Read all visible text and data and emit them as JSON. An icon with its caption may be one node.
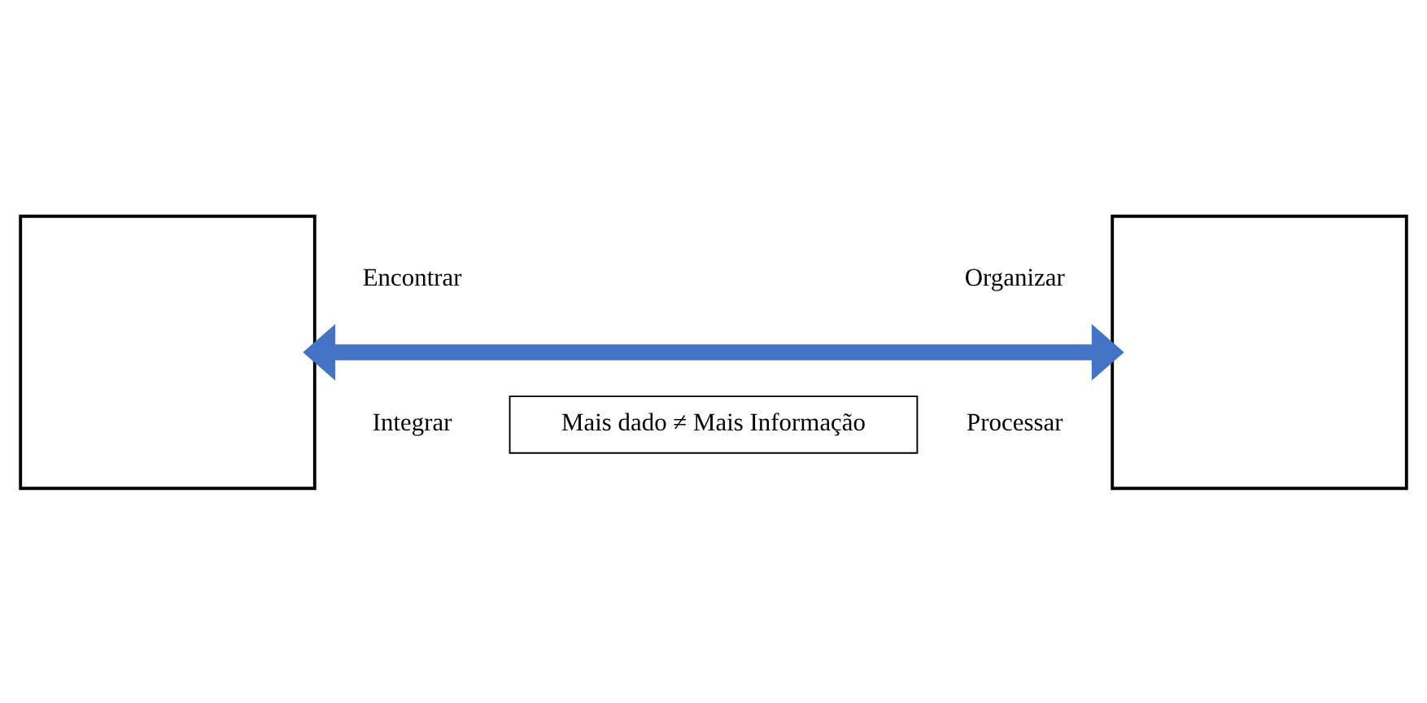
{
  "diagram": {
    "nodes": [
      {
        "text": [],
        "shape": "box"
      },
      {
        "text": [],
        "shape": "box"
      },
      {
        "text": [
          "Mais dado ≠ Mais Informação"
        ]
      }
    ],
    "edges": [
      {
        "from": 0,
        "to": 1,
        "arrow": "both"
      }
    ],
    "labels": [
      "Encontrar",
      "Organizar",
      "Integrar",
      "Processar"
    ]
  }
}
